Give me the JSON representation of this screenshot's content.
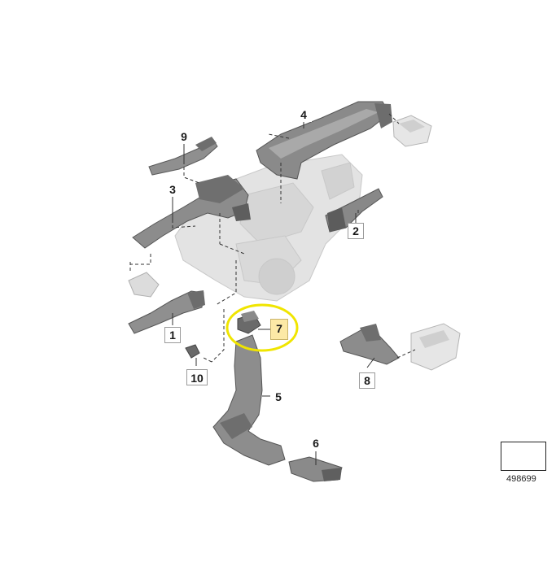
{
  "callouts": {
    "p1": "1",
    "p2": "2",
    "p3": "3",
    "p4": "4",
    "p5": "5",
    "p6": "6",
    "p7": "7",
    "p8": "8",
    "p9": "9",
    "p10": "10"
  },
  "reference_number": "498699",
  "colors": {
    "duct_dark": "#7a7a7a",
    "duct_mid": "#a3a3a3",
    "duct_light": "#c9c9c9",
    "ghost": "#dedede",
    "highlight_ring": "#f0e500",
    "highlight_fill": "#fce9a6"
  }
}
